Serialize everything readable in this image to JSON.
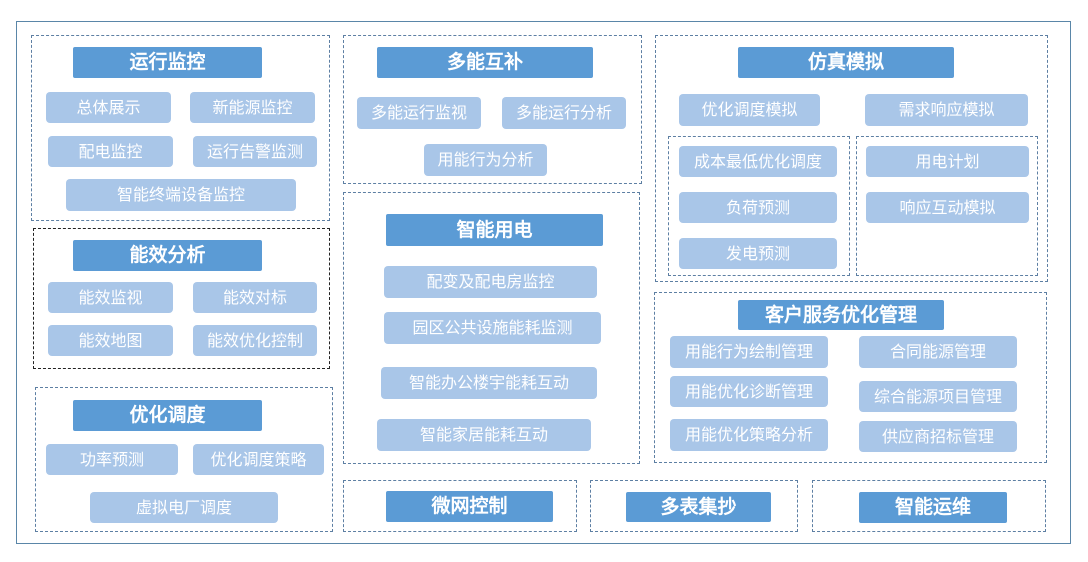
{
  "colors": {
    "title_bg": "#5b9bd5",
    "item_bg": "#a9c6e8",
    "text": "#ffffff",
    "dashed_border": "#5d7fa3"
  },
  "yunxing": {
    "title": "运行监控",
    "items": [
      "总体展示",
      "新能源监控",
      "配电监控",
      "运行告警监测",
      "智能终端设备监控"
    ]
  },
  "nengxiao": {
    "title": "能效分析",
    "items": [
      "能效监视",
      "能效对标",
      "能效地图",
      "能效优化控制"
    ]
  },
  "youhua": {
    "title": "优化调度",
    "items": [
      "功率预测",
      "优化调度策略",
      "虚拟电厂调度"
    ]
  },
  "duoneng": {
    "title": "多能互补",
    "items": [
      "多能运行监视",
      "多能运行分析",
      "用能行为分析"
    ]
  },
  "zhineng_yongdian": {
    "title": "智能用电",
    "items": [
      "配变及配电房监控",
      "园区公共设施能耗监测",
      "智能办公楼宇能耗互动",
      "智能家居能耗互动"
    ]
  },
  "fangzhen": {
    "title": "仿真模拟",
    "items": [
      "优化调度模拟",
      "需求响应模拟"
    ],
    "left_group": [
      "成本最低优化调度",
      "负荷预测",
      "发电预测"
    ],
    "right_group": [
      "用电计划",
      "响应互动模拟"
    ]
  },
  "kehu": {
    "title": "客户服务优化管理",
    "left_items": [
      "用能行为绘制管理",
      "用能优化诊断管理",
      "用能优化策略分析"
    ],
    "right_items": [
      "合同能源管理",
      "综合能源项目管理",
      "供应商招标管理"
    ]
  },
  "bottom": {
    "weiwang": "微网控制",
    "duobiao": "多表集抄",
    "yunwei": "智能运维"
  }
}
